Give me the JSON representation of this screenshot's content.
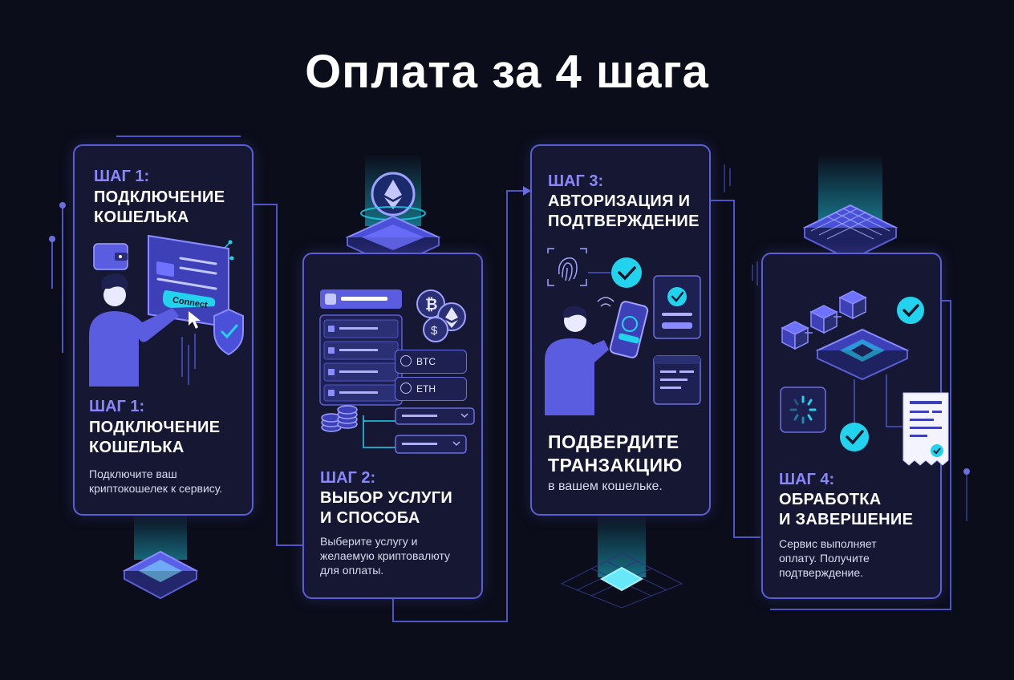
{
  "title": "Оплата за 4 шага",
  "colors": {
    "background": "#0b0d1a",
    "card": "#161833",
    "border": "#5a5fd6",
    "accent_step": "#8a86ff",
    "check": "#22d3ee",
    "person": "#5b5de0"
  },
  "steps": [
    {
      "step_label": "ШАГ 1:",
      "heading_line1": "ПОДКЛЮЧЕНИЕ",
      "heading_line2": "КОШЕЛЬКА",
      "step_label_repeat": "ШАГ 1:",
      "heading_repeat_line1": "ПОДКЛЮЧЕНИЕ",
      "heading_repeat_line2": "КОШЕЛЬКА",
      "description_line1": "Подключите ваш",
      "description_line2": "криптокошелек к сервису.",
      "button_label": "Connect",
      "icons": [
        "wallet-icon",
        "shield-check-icon",
        "cursor-icon"
      ]
    },
    {
      "step_label": "ШАГ 2:",
      "heading_line1": "ВЫБОР УСЛУГИ",
      "heading_line2": "И СПОСОБА",
      "description_line1": "Выберите услугу и",
      "description_line2": "желаемую криптовалюту",
      "description_line3": "для оплаты.",
      "options": [
        "BTC",
        "ETH"
      ],
      "icons": [
        "ethereum-icon",
        "bitcoin-icon",
        "coin-stack-icon"
      ]
    },
    {
      "step_label": "ШАГ 3:",
      "heading_line1": "АВТОРИЗАЦИЯ И",
      "heading_line2": "ПОДТВЕРЖДЕНИЕ",
      "big_line1": "ПОДВЕРДИТЕ",
      "big_line2": "ТРАНЗАКЦИЮ",
      "description_line1": "в вашем кошельке.",
      "icons": [
        "fingerprint-icon",
        "check-icon",
        "phone-icon"
      ]
    },
    {
      "step_label": "ШАГ 4:",
      "heading_line1": "ОБРАБОТКА",
      "heading_line2": "И ЗАВЕРШЕНИЕ",
      "description_line1": "Сервис выполняет",
      "description_line2": "оплату. Получите",
      "description_line3": "подтверждение.",
      "icons": [
        "blockchain-cubes-icon",
        "spinner-icon",
        "receipt-icon",
        "check-icon"
      ]
    }
  ]
}
